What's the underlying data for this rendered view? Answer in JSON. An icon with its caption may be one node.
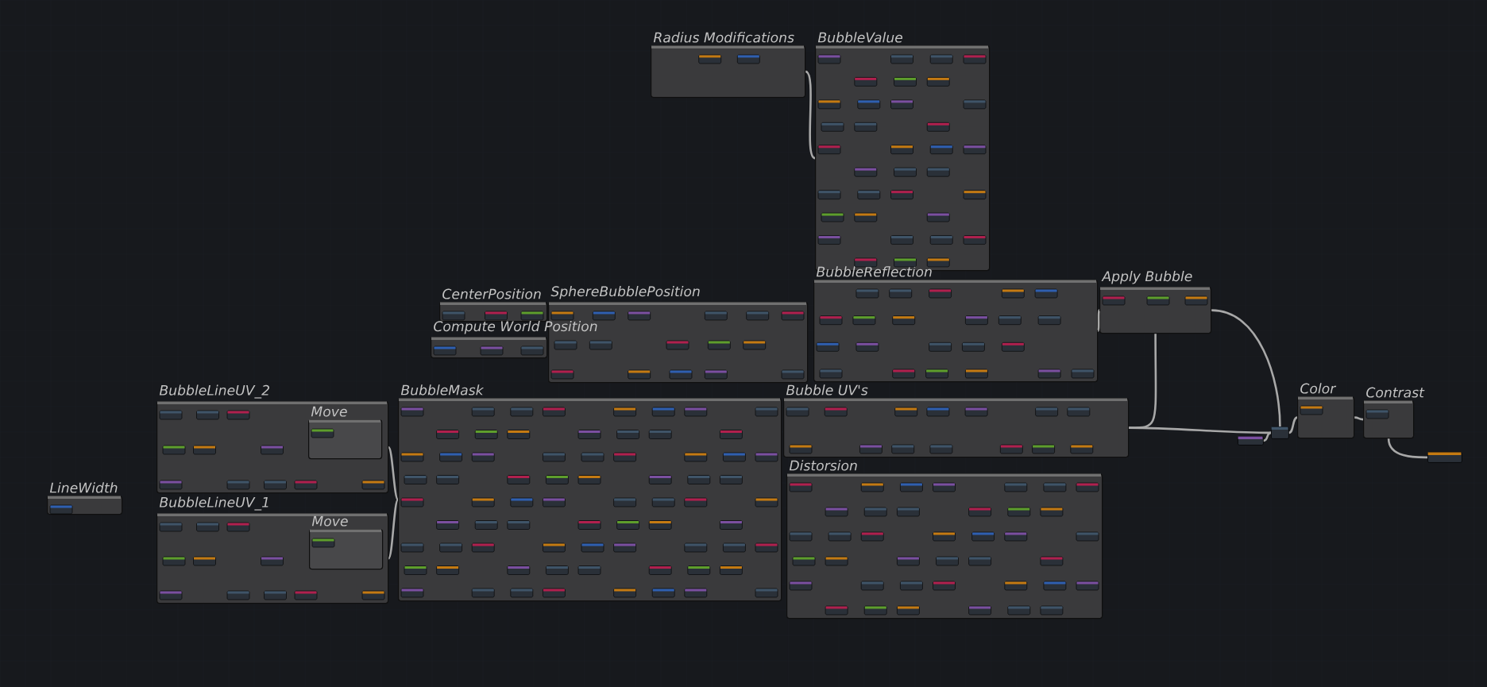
{
  "diagram": {
    "nodes": [
      {
        "text": [
          "Radius Modifications"
        ]
      },
      {
        "text": [
          "BubbleValue"
        ]
      },
      {
        "text": [
          "CenterPosition"
        ]
      },
      {
        "text": [
          "SphereBubblePosition"
        ]
      },
      {
        "text": [
          "BubbleReflection"
        ]
      },
      {
        "text": [
          "Apply Bubble"
        ]
      },
      {
        "text": [
          "Compute World Position"
        ]
      },
      {
        "text": [
          "BubbleLineUV_2"
        ]
      },
      {
        "text": [
          "Move"
        ],
        "in": 7
      },
      {
        "text": [
          "BubbleMask"
        ]
      },
      {
        "text": [
          "Bubble UV's"
        ]
      },
      {
        "text": [
          "Color"
        ]
      },
      {
        "text": [
          "Contrast"
        ]
      },
      {
        "text": [
          "Distorsion"
        ]
      },
      {
        "text": [
          "LineWidth"
        ]
      },
      {
        "text": [
          "BubbleLineUV_1"
        ]
      },
      {
        "text": [
          "Move"
        ],
        "in": 15
      },
      {
        "text": [],
        "shape": "box"
      },
      {
        "text": [],
        "shape": "box"
      },
      {
        "text": [],
        "shape": "box"
      }
    ],
    "edges": [
      {
        "from": 0,
        "to": 1,
        "arrow": "none"
      },
      {
        "from": 7,
        "to": 9,
        "arrow": "none"
      },
      {
        "from": 15,
        "to": 9,
        "arrow": "none"
      },
      {
        "from": 4,
        "to": 5,
        "arrow": "none"
      },
      {
        "from": 10,
        "to": 5,
        "arrow": "none"
      },
      {
        "from": 10,
        "to": 18,
        "arrow": "none"
      },
      {
        "from": 5,
        "to": 18,
        "arrow": "none"
      },
      {
        "from": 17,
        "to": 18,
        "arrow": "none"
      },
      {
        "from": 18,
        "to": 11,
        "arrow": "none"
      },
      {
        "from": 11,
        "to": 12,
        "arrow": "none"
      },
      {
        "from": 12,
        "to": 19,
        "arrow": "none"
      }
    ]
  }
}
